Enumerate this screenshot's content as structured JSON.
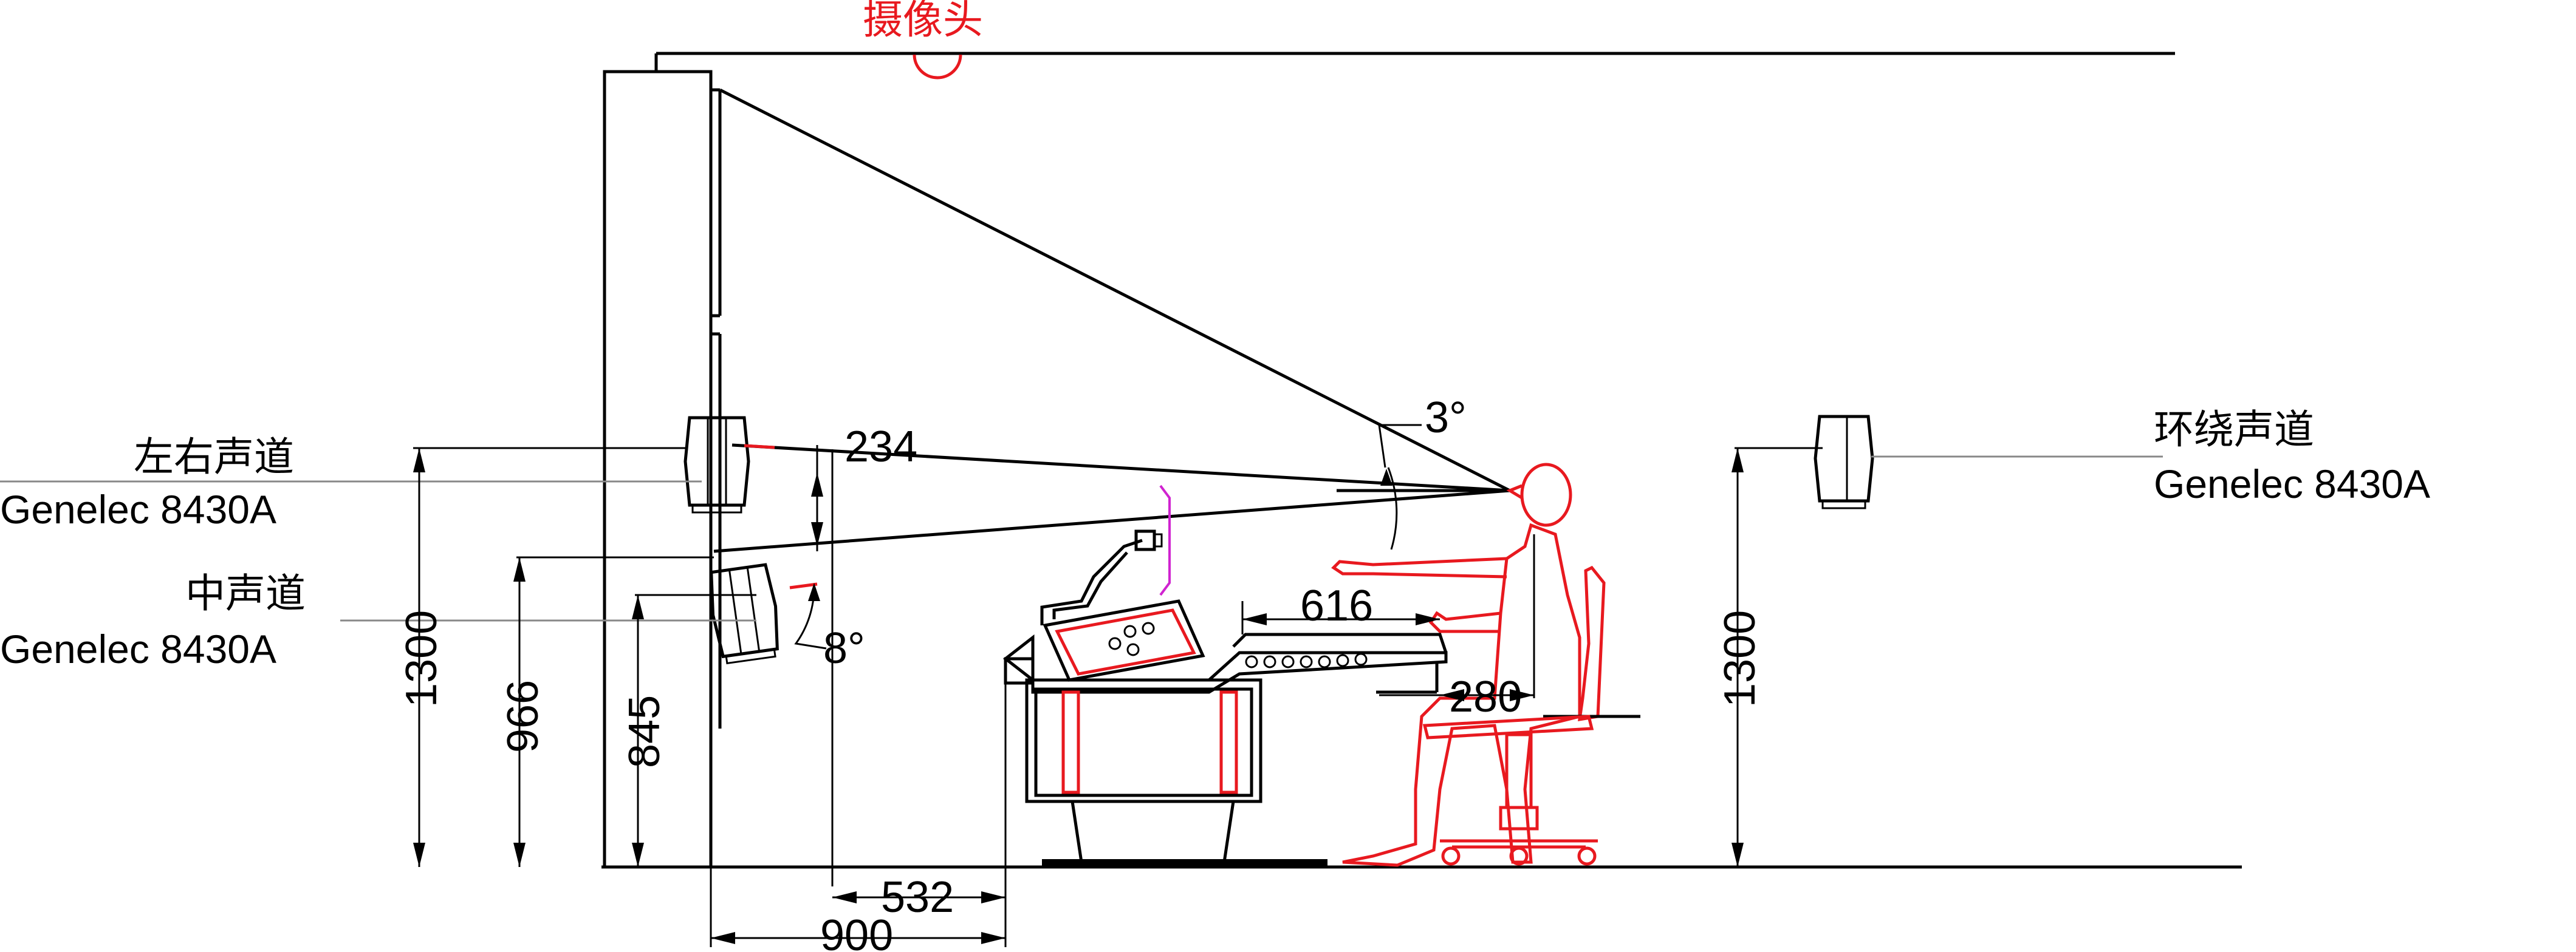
{
  "camera_label": "摄像头",
  "lr_speaker": {
    "name": "左右声道",
    "model": "Genelec 8430A"
  },
  "center_speaker": {
    "name": "中声道",
    "model": "Genelec 8430A"
  },
  "surround_speaker": {
    "name": "环绕声道",
    "model": "Genelec 8430A"
  },
  "dimensions": {
    "angle_top": "3°",
    "angle_center": "8°",
    "d234": "234",
    "d616": "616",
    "d280": "280",
    "d532": "532",
    "d900": "900",
    "h1300_left": "1300",
    "h966": "966",
    "h845": "845",
    "h1300_right": "1300"
  },
  "colors": {
    "person": "#e8191f",
    "camera": "#e8191f",
    "lines": "#000000",
    "monitor_arm": "#d023d0"
  }
}
